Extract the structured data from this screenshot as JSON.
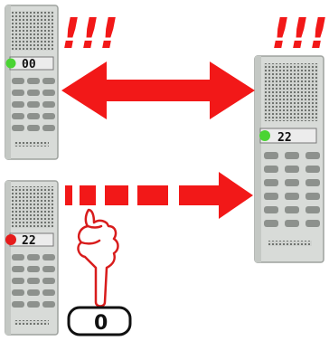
{
  "colors": {
    "arrow": "#f21818",
    "device_body": "#d8dbd8",
    "device_shade": "#b9bdb9",
    "led_connected": "#4ad433",
    "led_disconnected": "#e51a1a"
  },
  "devices": {
    "top_left": {
      "display": "00",
      "led": "green"
    },
    "bottom_left": {
      "display": "22",
      "led": "red"
    },
    "right": {
      "display": "22",
      "led": "green"
    }
  },
  "alerts": {
    "mark": "!!!"
  },
  "key": {
    "label": "0"
  }
}
